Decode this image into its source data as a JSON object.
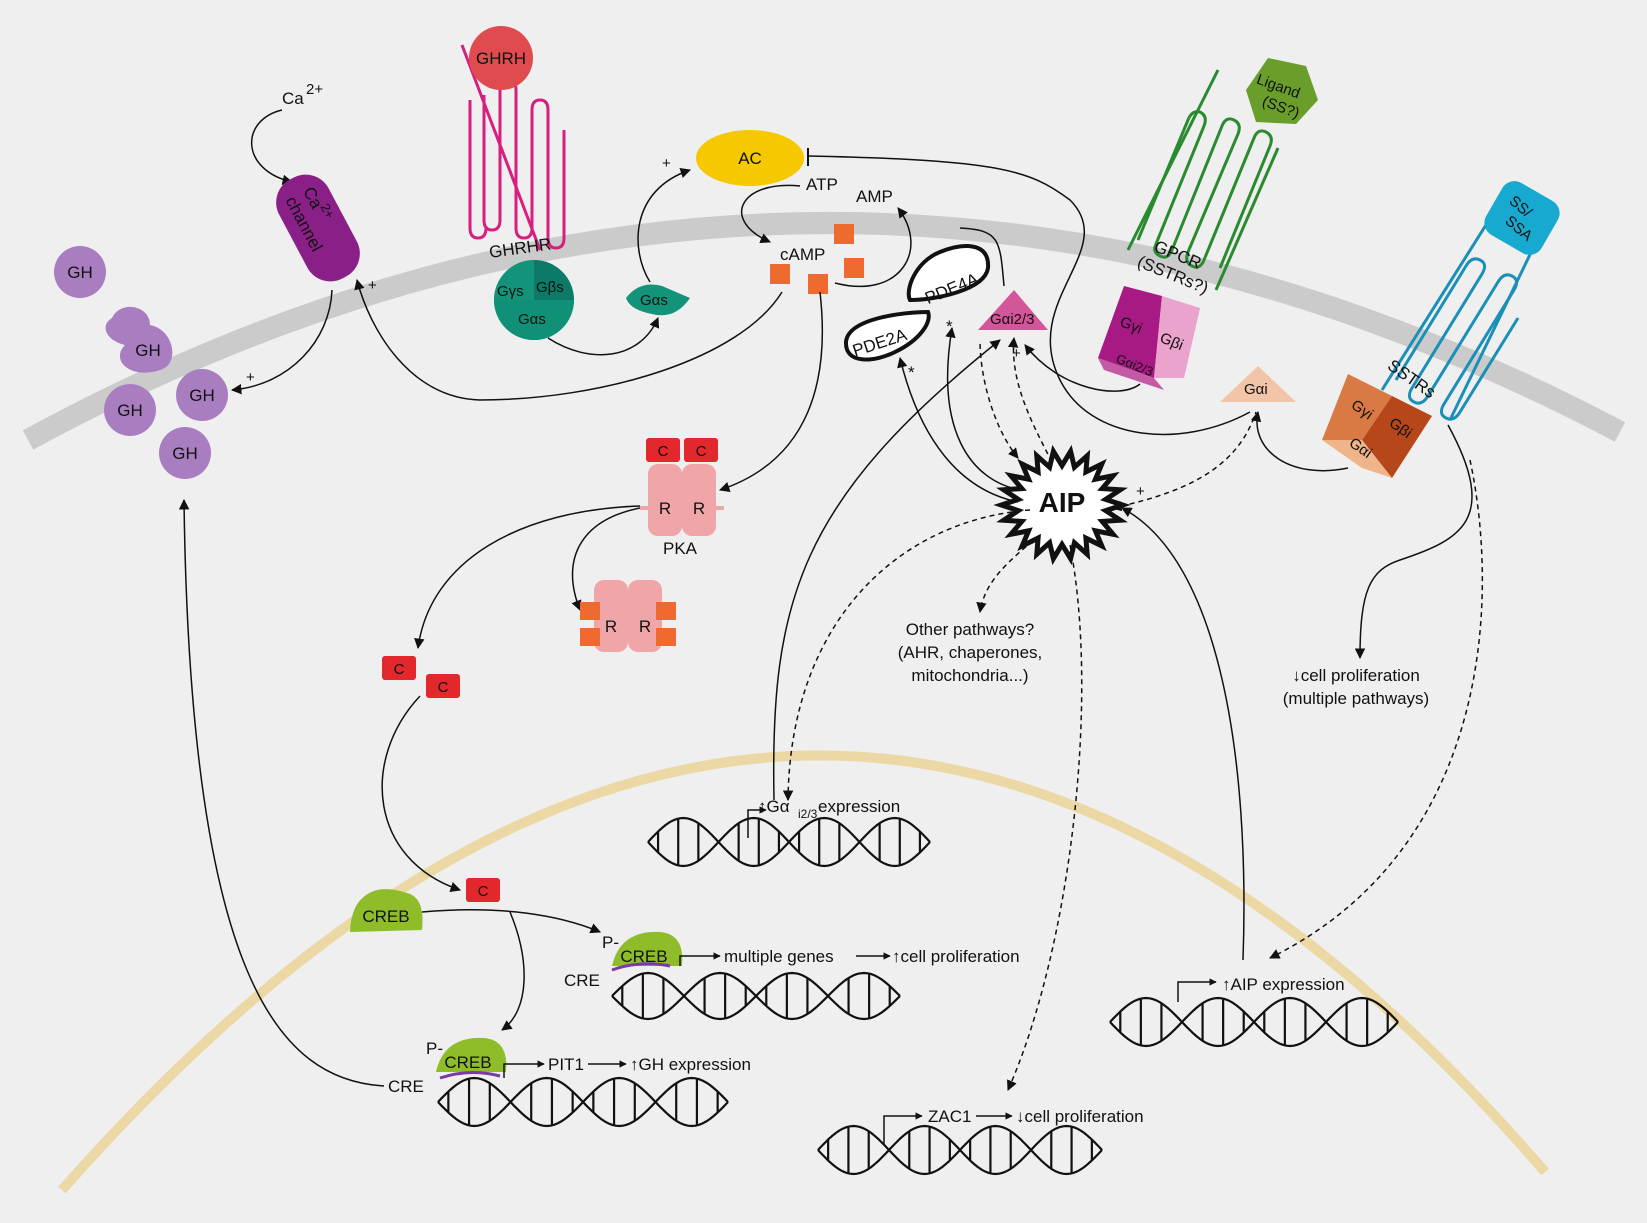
{
  "labels": {
    "ca": "Ca",
    "ca_sup": "2+",
    "ca_channel_1": "Ca",
    "ca_channel_sup": "2+",
    "ca_channel_2": "channel",
    "ghrh": "GHRH",
    "ghrhr": "GHRHR",
    "g_gamma_s": "Gγs",
    "g_beta_s": "Gβs",
    "g_alpha_s": "Gαs",
    "g_alpha_s_free": "Gαs",
    "ac": "AC",
    "atp": "ATP",
    "amp": "AMP",
    "camp": "cAMP",
    "pde4a": "PDE4A",
    "pde2a": "PDE2A",
    "g_alpha_i23": "Gαi2/3",
    "ligand_1": "Ligand",
    "ligand_2": "(SS?)",
    "gpcr_1": "GPCR",
    "gpcr_2": "(SSTRs?)",
    "g_gamma_i": "Gγi",
    "g_beta_i": "Gβi",
    "g_alpha_i23_complex": "Gαi2/3",
    "g_alpha_i": "Gαi",
    "ss_ssa_1": "SS/",
    "ss_ssa_2": "SSA",
    "sstrs": "SSTRs",
    "g_gamma_i_2": "Gγi",
    "g_beta_i_2": "Gβi",
    "g_alpha_i_2": "Gαi",
    "gh": "GH",
    "c": "C",
    "r": "R",
    "pka": "PKA",
    "aip": "AIP",
    "other_1": "Other pathways?",
    "other_2": "(AHR, chaperones,",
    "other_3": "mitochondria...)",
    "cell_prolif_1": "↓cell proliferation",
    "cell_prolif_2": "(multiple pathways)",
    "gai_expr_pre": "↑Gα",
    "gai_expr_sub": "i2/3",
    "gai_expr_post": " expression",
    "creb": "CREB",
    "p": "P-",
    "cre": "CRE",
    "multiple_genes": "multiple genes",
    "up_prolif": "↑cell proliferation",
    "pit1": "PIT1",
    "gh_expr": "↑GH expression",
    "aip_expr": "↑AIP expression",
    "zac1": "ZAC1",
    "down_prolif": "↓cell proliferation",
    "plus": "+",
    "star": "*"
  },
  "colors": {
    "background": "#efefef",
    "membrane": "#cbcbcb",
    "nucleus": "#ecd8a4",
    "gh": "#a97ec0",
    "ca_channel": "#8a1f87",
    "ghrhr": "#d61f7f",
    "ghrh": "#e04b50",
    "gs_dark": "#0c7a66",
    "gs_mid": "#13937a",
    "gs_light": "#1ba88a",
    "ac": "#f5c800",
    "camp": "#ef6a2e",
    "pka_c": "#e2282d",
    "pka_r": "#f0a5a8",
    "gi23": "#d3559a",
    "gpcr": "#2a8a2f",
    "ligand": "#6a9e2a",
    "gi_dark": "#a71a84",
    "gi_light": "#eaa3cd",
    "sstr": "#1a8fb8",
    "ss_ssa": "#17a9cf",
    "gai": "#f2c5a8",
    "sstr_g_dark": "#b6471b",
    "sstr_g_mid": "#d97a45",
    "creb": "#8fbd2a",
    "cre_line": "#7b3aa0"
  }
}
